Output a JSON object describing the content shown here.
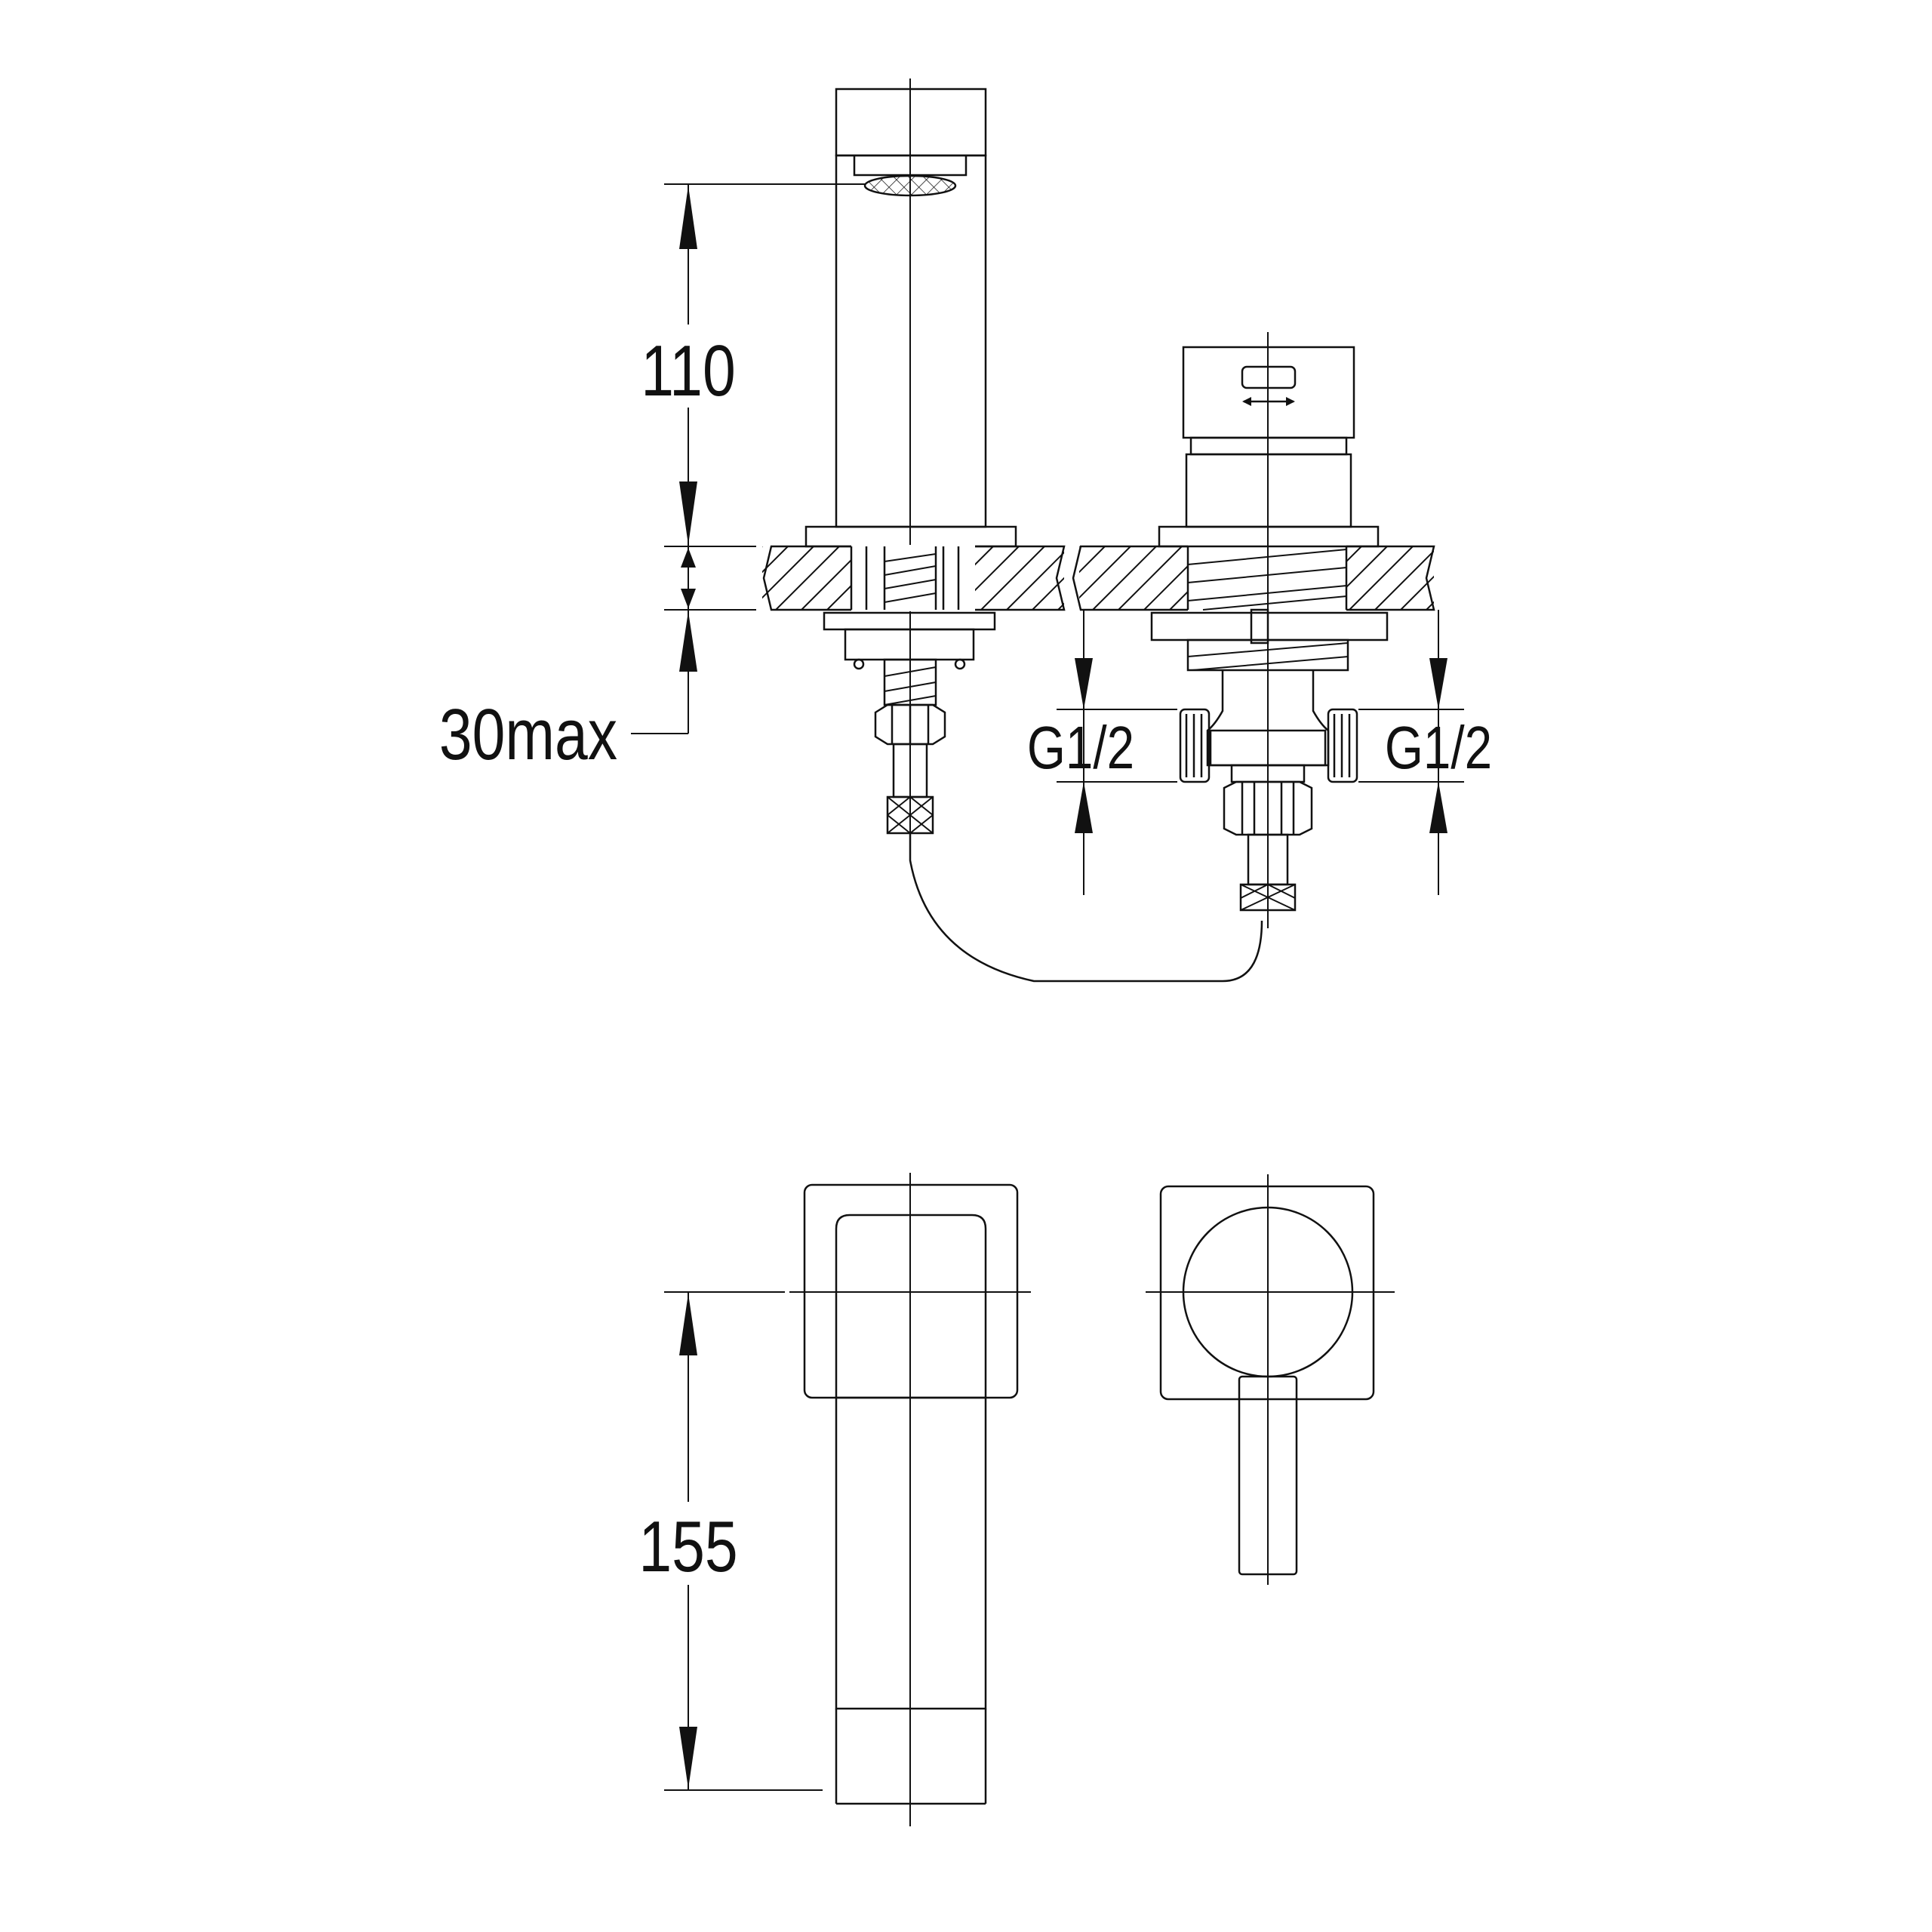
{
  "dimensions": {
    "spout_height": "110",
    "deck_thickness": "30max",
    "inlet_left": "G1/2",
    "inlet_right": "G1/2",
    "spout_projection": "155"
  },
  "colors": {
    "line": "#111111",
    "background": "#ffffff"
  }
}
